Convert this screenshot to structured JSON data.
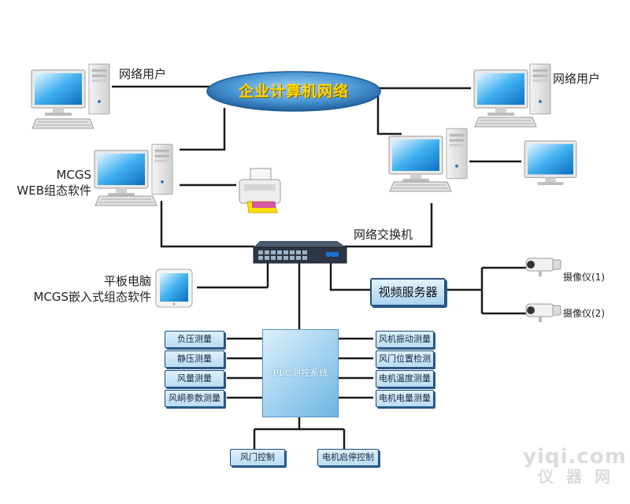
{
  "network": {
    "title": "企业计算机网络"
  },
  "labels": {
    "network_user_left": "网络用户",
    "network_user_right": "网络用户",
    "mcgs_web_line1": "MCGS",
    "mcgs_web_line2": "WEB组态软件",
    "switch": "网络交换机",
    "tablet_line1": "平板电脑",
    "tablet_line2": "MCGS嵌入式组态软件",
    "camera_1": "摄像仪(1)",
    "camera_2": "摄像仪(2)"
  },
  "video_server": {
    "label": "视频服务器"
  },
  "plc": {
    "label": "PLC测控系统"
  },
  "left_measurements": [
    "负压测量",
    "静压测量",
    "风量测量",
    "风峒参数测量"
  ],
  "right_measurements": [
    "风机振动测量",
    "风门位置检测",
    "电机温度测量",
    "电机电量测量"
  ],
  "bottom_controls": [
    "风门控制",
    "电机启停控制"
  ],
  "watermark": {
    "line1": "yiqi.com",
    "line2": "仪器网"
  },
  "colors": {
    "ellipse_fill": "#3a86c8",
    "ellipse_text": "#ffd400",
    "box_border": "#1f4a78",
    "connector": "#1a1a1a"
  }
}
